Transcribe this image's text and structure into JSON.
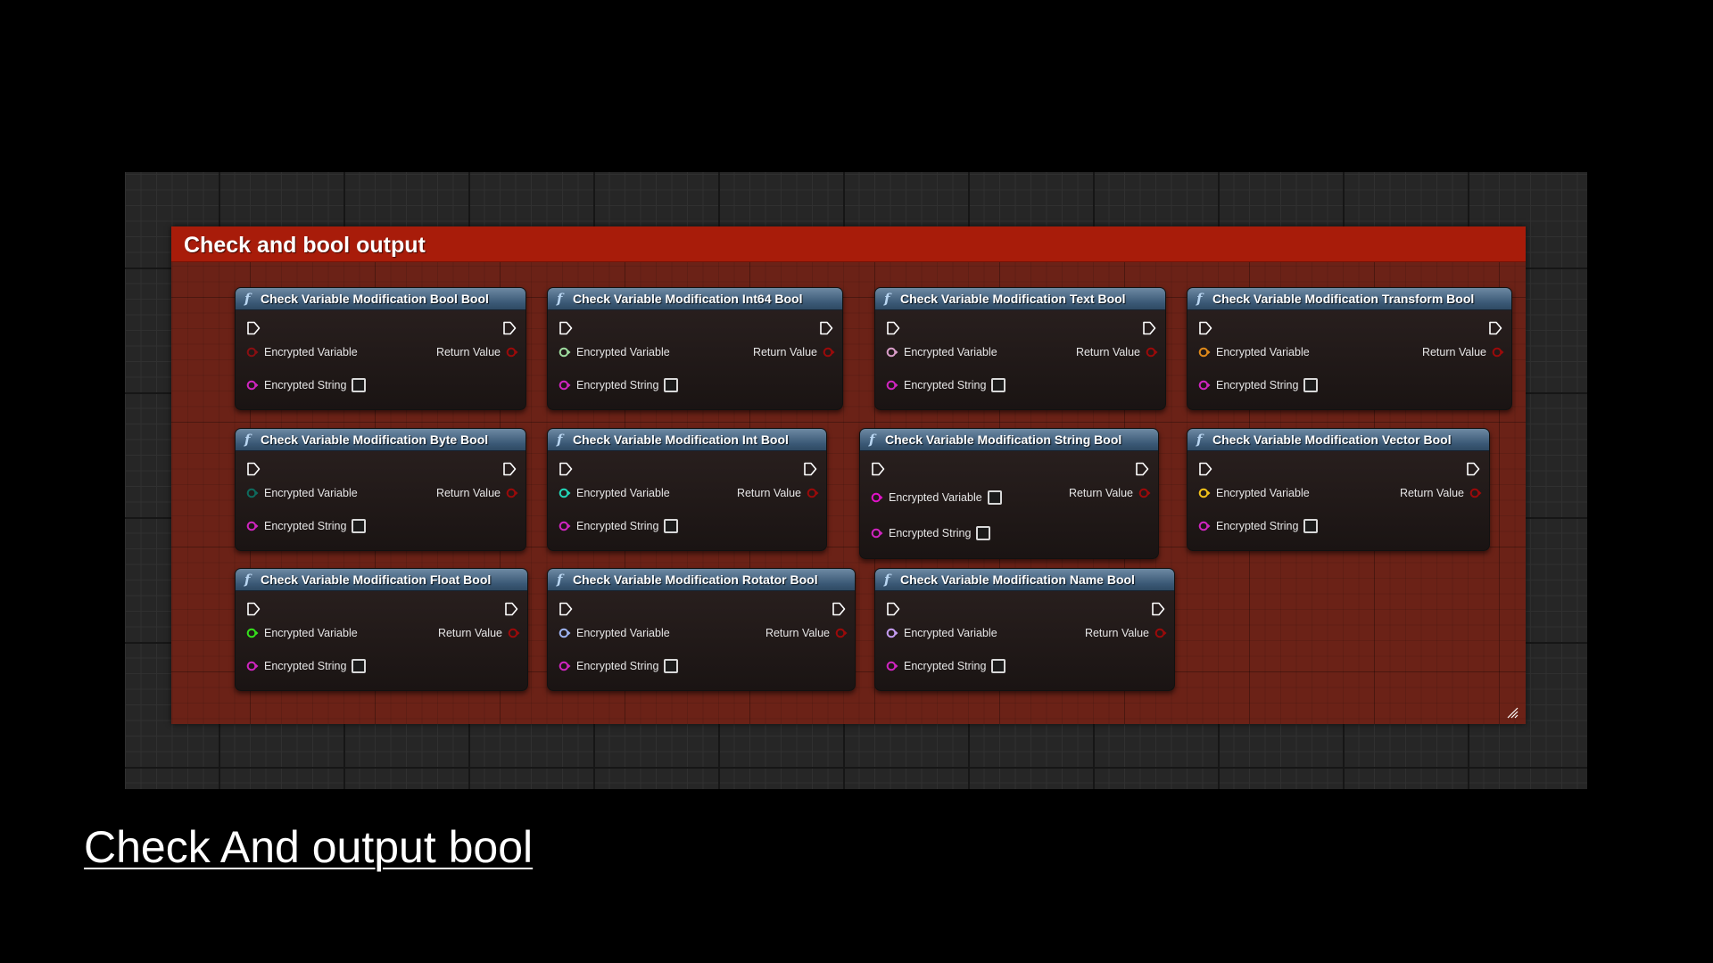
{
  "comment": {
    "title": "Check and bool output"
  },
  "caption": "Check And output bool",
  "labels": {
    "input_variable": "Encrypted Variable",
    "input_string": "Encrypted String",
    "output": "Return Value"
  },
  "colors": {
    "header": "#3a5875",
    "return_pin": "#9b0a0a",
    "string_pin": "#d025c0"
  },
  "nodes": [
    {
      "title": "Check Variable Modification Bool Bool",
      "pin_color": "#8a0f12"
    },
    {
      "title": "Check Variable Modification Int64 Bool",
      "pin_color": "#9fdc9f"
    },
    {
      "title": "Check Variable Modification Text Bool",
      "pin_color": "#d99dc8"
    },
    {
      "title": "Check Variable Modification Transform Bool",
      "pin_color": "#e08a1a"
    },
    {
      "title": "Check Variable Modification Byte Bool",
      "pin_color": "#0e6b5e"
    },
    {
      "title": "Check Variable Modification Int Bool",
      "pin_color": "#22d6b8"
    },
    {
      "title": "Check Variable Modification String Bool",
      "pin_color": "#e012c8"
    },
    {
      "title": "Check Variable Modification Vector Bool",
      "pin_color": "#f2c21a"
    },
    {
      "title": "Check Variable Modification Float Bool",
      "pin_color": "#35e01c"
    },
    {
      "title": "Check Variable Modification Rotator Bool",
      "pin_color": "#9db3f0"
    },
    {
      "title": "Check Variable Modification Name Bool",
      "pin_color": "#c49cf0"
    }
  ]
}
